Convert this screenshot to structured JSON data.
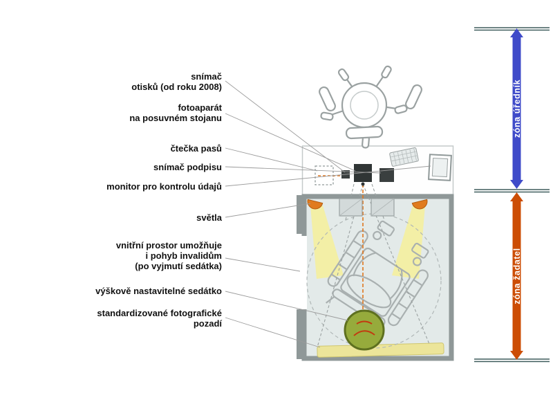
{
  "labels": {
    "fingerprint": "snímač\notisků (od roku 2008)",
    "camera": "fotoaparát\nna posuvném stojanu",
    "passport_reader": "čtečka pasů",
    "signature_pad": "snímač podpisu",
    "monitor": "monitor pro kontrolu údajů",
    "lights": "světla",
    "interior": "vnitřní prostor umožňuje\ni pohyb invalidům\n(po vyjmutí sedátka)",
    "seat": "výškově nastavitelné sedátko",
    "background": "standardizované fotografické\npozadí"
  },
  "zones": {
    "official": {
      "label": "zóna úředník",
      "color": "#3f4bc9"
    },
    "applicant": {
      "label": "zóna žadatel",
      "color": "#cc4d05"
    }
  },
  "colors": {
    "light_beam": "#f4f09e",
    "light_fixture": "#e07b1e",
    "seat_green": "#96ab3c",
    "seat_outline": "#5e701f",
    "camera_axis": "#e0761e",
    "booth_wall": "#8f9898",
    "booth_interior": "#e3eae9",
    "background_strip": "#ece59a",
    "dimension_line": "#3e5c5c",
    "device_dark": "#303535"
  }
}
